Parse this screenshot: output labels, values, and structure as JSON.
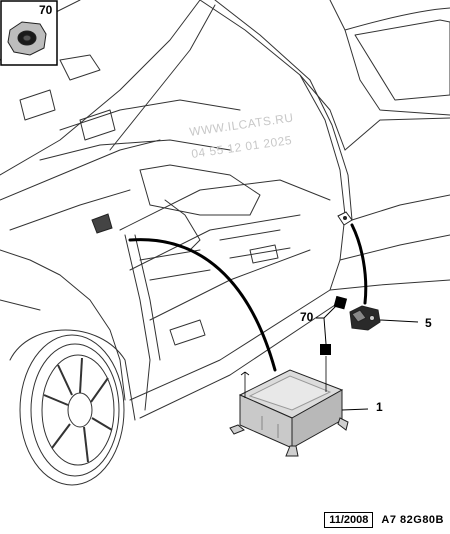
{
  "inset": {
    "ref": "70"
  },
  "watermark": {
    "line1": "WWW.ILCATS.RU",
    "line2": "04 55 12 01 2025"
  },
  "callouts": [
    {
      "id": "70",
      "text": "70"
    },
    {
      "id": "5",
      "text": "5"
    },
    {
      "id": "1",
      "text": "1"
    }
  ],
  "footer": {
    "date": "11/2008",
    "ref": "A7 82G80B"
  }
}
